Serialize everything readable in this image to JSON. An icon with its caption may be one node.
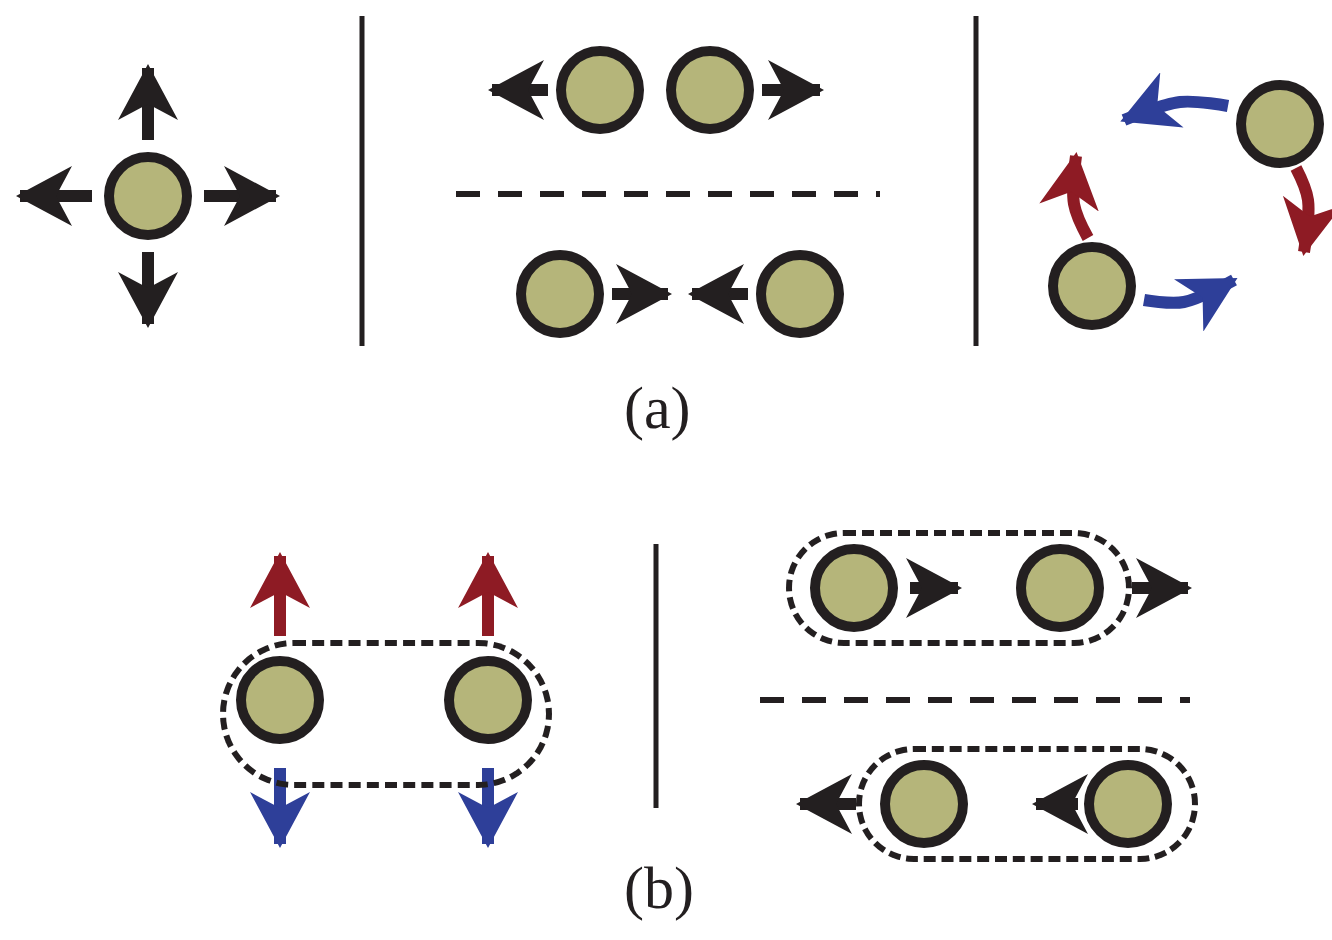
{
  "diagram": {
    "nodes": [
      {
        "text": [],
        "shape": "circle"
      },
      {
        "text": [],
        "shape": "circle"
      },
      {
        "text": [],
        "shape": "circle"
      },
      {
        "text": [],
        "shape": "circle"
      },
      {
        "text": [],
        "shape": "circle"
      },
      {
        "text": [],
        "shape": "circle"
      },
      {
        "text": [],
        "shape": "circle"
      },
      {
        "text": [],
        "shape": "capsule"
      },
      {
        "text": [],
        "shape": "circle",
        "in": 7
      },
      {
        "text": [],
        "shape": "circle",
        "in": 7
      },
      {
        "text": [],
        "shape": "capsule"
      },
      {
        "text": [],
        "shape": "circle",
        "in": 10
      },
      {
        "text": [],
        "shape": "circle",
        "in": 10
      },
      {
        "text": [],
        "shape": "capsule"
      },
      {
        "text": [],
        "shape": "circle",
        "in": 13
      },
      {
        "text": [],
        "shape": "circle",
        "in": 13
      }
    ],
    "labels": [
      "(a)",
      "(b)"
    ]
  }
}
